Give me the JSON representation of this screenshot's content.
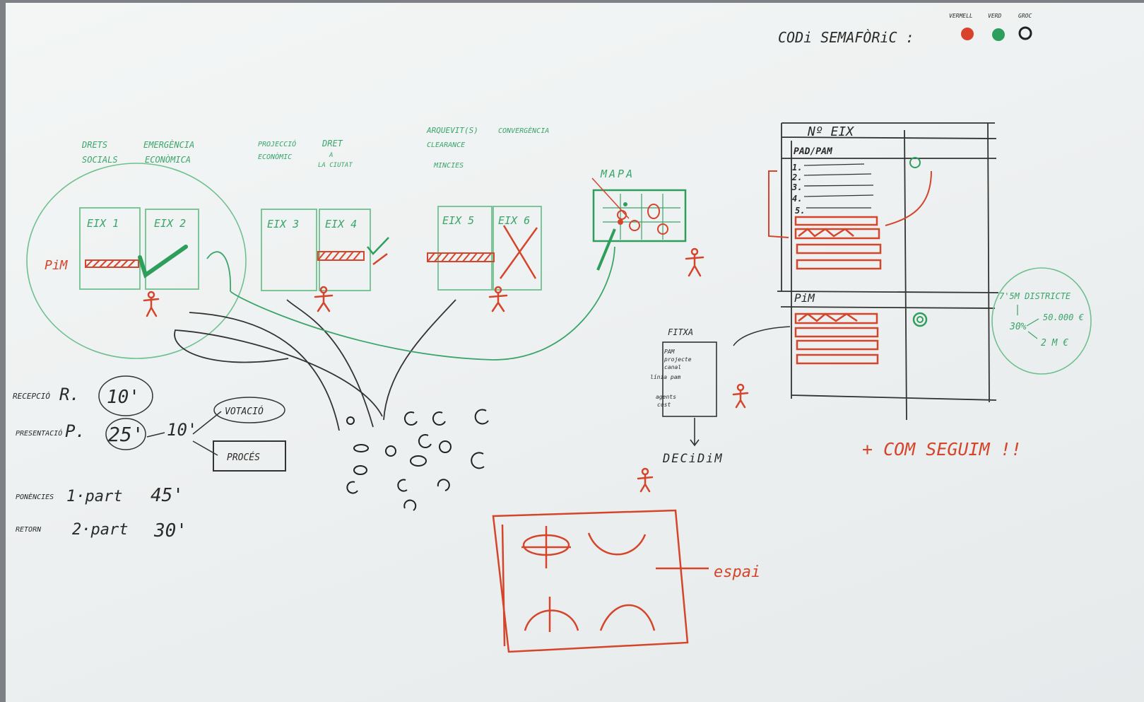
{
  "semaphore": {
    "title": "CODi SEMAFÒRiC :",
    "labels": [
      "VERMELL",
      "VERD",
      "GROC"
    ],
    "colors": [
      "#d9432b",
      "#2e9e5c",
      "#ffffff"
    ]
  },
  "headings": {
    "group1_a": "DRETS",
    "group1_b": "SOCIALS",
    "group1_c": "EMERGÈNCIA",
    "group1_d": "ECONÒMICA",
    "group2_a": "PROJECCIÓ",
    "group2_b": "ECONÒMIC",
    "group2_c": "DRET",
    "group2_d": "A",
    "group2_e": "LA CIUTAT",
    "group3_a": "ARQUEVIT(S)",
    "group3_b": "CLEARANCE",
    "group3_c": "MINCIES",
    "group3_d": "CONVERGÈNCIA"
  },
  "axes": [
    "EIX 1",
    "EIX 2",
    "EIX 3",
    "EIX 4",
    "EIX 5",
    "EIX 6"
  ],
  "pim_label": "PiM",
  "mapa_label": "MAPA",
  "panel": {
    "title": "Nº EIX",
    "subtitle": "PAD/PAM",
    "items": [
      "1.",
      "2.",
      "3.",
      "4.",
      "5."
    ],
    "pim": "PiM"
  },
  "budget": {
    "top": "7'5M DISTRICTE",
    "right1": "50.000 €",
    "left": "30%",
    "right2": "2 M €"
  },
  "fitxa": {
    "title": "FITXA",
    "lines": [
      "PAM",
      "projecte",
      "canal",
      "línia pam",
      "agents",
      "cost"
    ],
    "decidim": "DECiDiM"
  },
  "timeline": {
    "rows": [
      {
        "label": "RECEPCIÓ",
        "letter": "R.",
        "value": "10'"
      },
      {
        "label": "PRESENTACIÓ",
        "letter": "P.",
        "value": "25'",
        "arrow": "10'"
      },
      {
        "label": "PONÈNCIES",
        "part": "1·part",
        "value": "45'"
      },
      {
        "label": "RETORN",
        "part": "2·part",
        "value": "30'"
      }
    ],
    "votacio": "VOTACIÓ",
    "procés": "PROCÉS"
  },
  "com_seguim": "+ COM SEGUIM !!",
  "espai": "espai"
}
